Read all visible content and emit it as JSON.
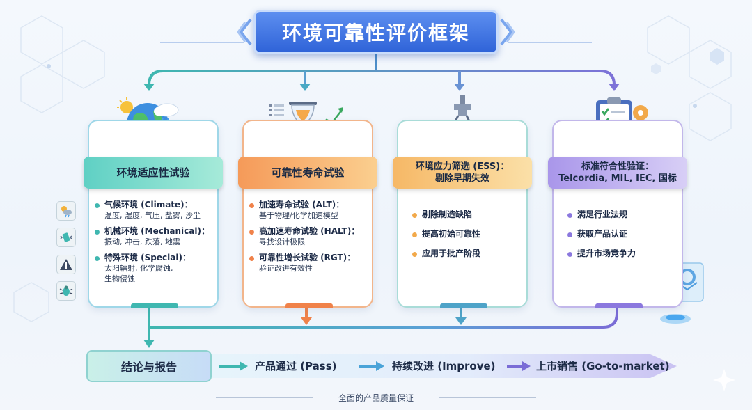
{
  "title": "环境可靠性评价框架",
  "cards": [
    {
      "banner_line1": "环境适应性试验",
      "banner_line2": "",
      "icon": "globe-weather-icon",
      "items": [
        {
          "title": "气候环境 (Climate)：",
          "sub": "温度, 湿度, 气压, 盐雾, 沙尘"
        },
        {
          "title": "机械环境 (Mechanical)：",
          "sub": "振动, 冲击, 跌落, 地震"
        },
        {
          "title": "特殊环境 (Special)：",
          "sub": "太阳辐射, 化学腐蚀,"
        },
        {
          "title": "",
          "sub": "生物侵蚀"
        }
      ]
    },
    {
      "banner_line1": "可靠性寿命试验",
      "banner_line2": "",
      "icon": "hourglass-chart-icon",
      "items": [
        {
          "title": "加速寿命试验 (ALT)：",
          "sub": "基于物理/化学加速模型"
        },
        {
          "title": "高加速寿命试验 (HALT)：",
          "sub": "寻找设计极限"
        },
        {
          "title": "可靠性增长试验 (RGT)：",
          "sub": "验证改进有效性"
        }
      ]
    },
    {
      "banner_line1": "环境应力筛选 (ESS)：",
      "banner_line2": "剔除早期失效",
      "icon": "conveyor-screening-icon",
      "items": [
        {
          "title": "剔除制造缺陷",
          "sub": ""
        },
        {
          "title": "提高初始可靠性",
          "sub": ""
        },
        {
          "title": "应用于批产阶段",
          "sub": ""
        }
      ]
    },
    {
      "banner_line1": "标准符合性验证：",
      "banner_line2": "Telcordia, MIL, IEC, 国标",
      "icon": "clipboard-checklist-icon",
      "items": [
        {
          "title": "满足行业法规",
          "sub": ""
        },
        {
          "title": "获取产品认证",
          "sub": ""
        },
        {
          "title": "提升市场竞争力",
          "sub": ""
        }
      ]
    }
  ],
  "side_icons": [
    "weather-icon",
    "vibration-icon",
    "warning-icon",
    "bug-icon"
  ],
  "flow": {
    "report": "结论与报告",
    "steps": [
      "产品通过 (Pass)",
      "持续改进 (Improve)",
      "上市销售 (Go-to-market)"
    ]
  },
  "footer": "全面的产品质量保证",
  "colors": {
    "title_blue": "#2f63d8",
    "teal": "#3fbfb2",
    "orange": "#f0824a",
    "amber": "#f2a94a",
    "purple": "#8b78de"
  }
}
